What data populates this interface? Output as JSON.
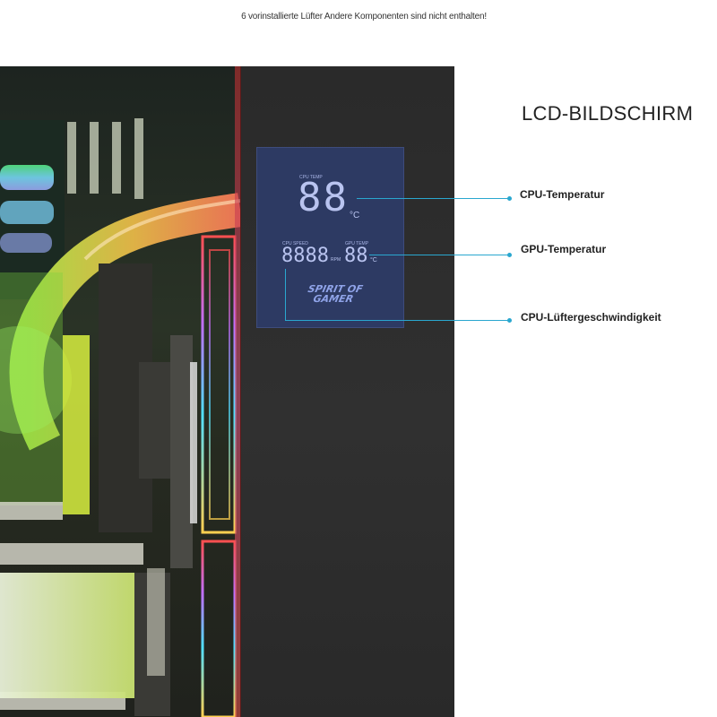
{
  "disclaimer": "6 vorinstallierte Lüfter Andere Komponenten sind nicht enthalten!",
  "heading": "LCD-BILDSCHIRM",
  "callouts": [
    {
      "label": "CPU-Temperatur"
    },
    {
      "label": "GPU-Temperatur"
    },
    {
      "label": "CPU-Lüftergeschwindigkeit"
    }
  ],
  "lcd": {
    "cpu_temp_label": "CPU TEMP",
    "cpu_temp_value": "88",
    "cpu_temp_unit": "°C",
    "cpu_speed_label": "CPU SPEED",
    "cpu_speed_value": "8888",
    "cpu_speed_unit": "RPM",
    "gpu_temp_label": "GPU TEMP",
    "gpu_temp_value": "88",
    "gpu_temp_unit": "°C",
    "brand_line1": "SPIRIT OF",
    "brand_line2": "GAMER"
  },
  "colors": {
    "accent_line": "#2aa7cf",
    "lcd_background": "#2d3a63"
  }
}
